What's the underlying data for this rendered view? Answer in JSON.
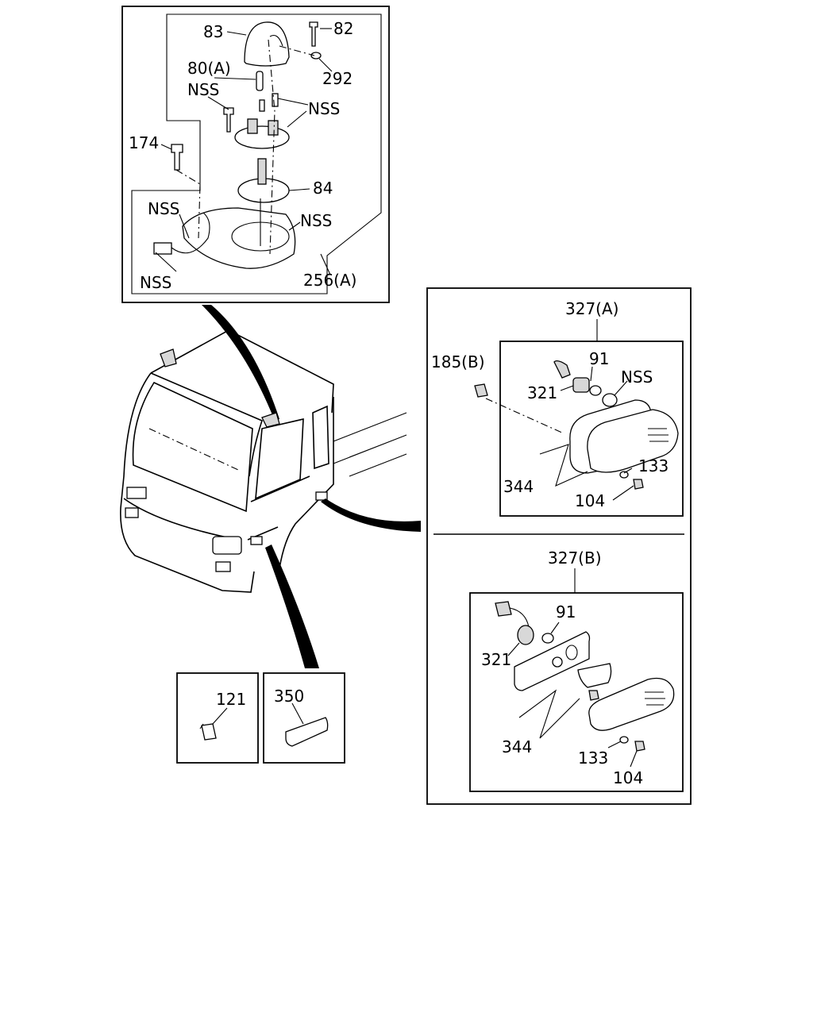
{
  "diagram": {
    "insets": {
      "beacon": {
        "labels": [
          "83",
          "82",
          "80(A)",
          "292",
          "NSS",
          "NSS",
          "174",
          "84",
          "NSS",
          "NSS",
          "NSS",
          "256(A)"
        ]
      },
      "assembly_a": {
        "labels": [
          "327(A)",
          "185(B)",
          "91",
          "NSS",
          "321",
          "133",
          "344",
          "104"
        ]
      },
      "assembly_b": {
        "labels": [
          "327(B)",
          "91",
          "321",
          "344",
          "133",
          "104"
        ]
      },
      "small_left": {
        "labels": [
          "121"
        ]
      },
      "small_right": {
        "labels": [
          "350"
        ]
      }
    }
  }
}
